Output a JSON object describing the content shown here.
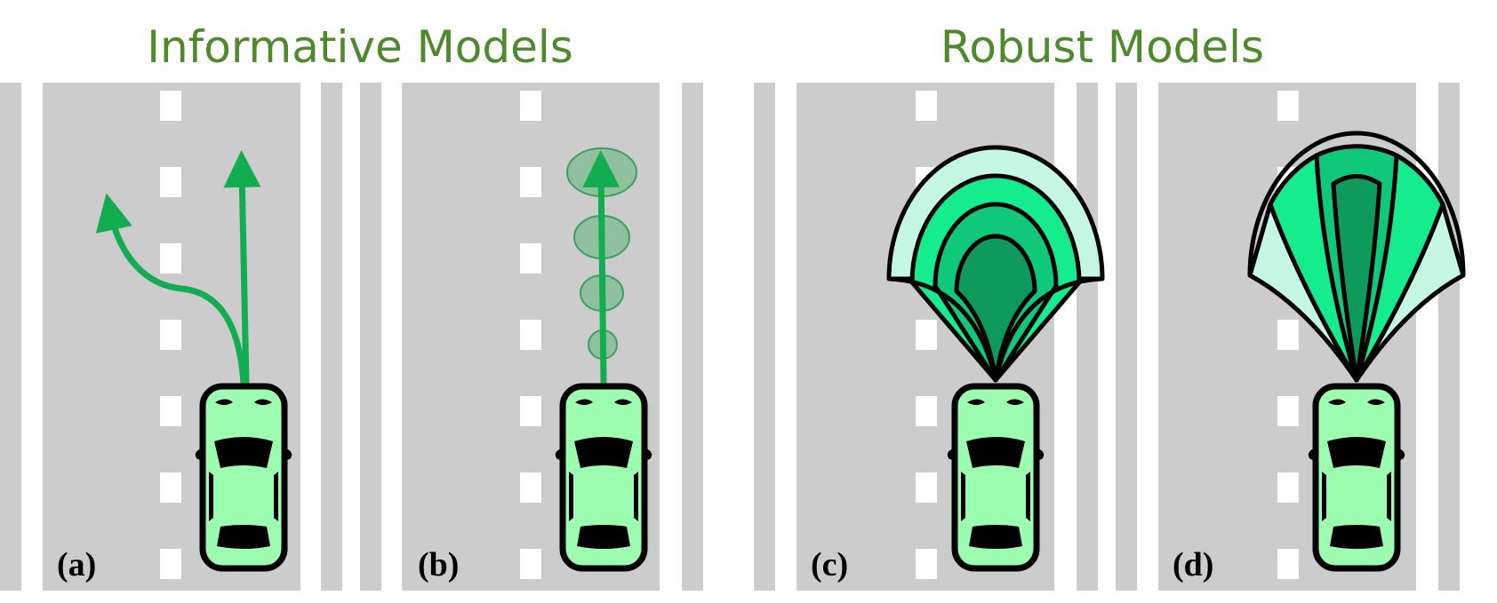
{
  "headings": {
    "left": "Informative Models",
    "right": "Robust Models"
  },
  "panels": [
    {
      "label": "(a)"
    },
    {
      "label": "(b)"
    },
    {
      "label": "(c)"
    },
    {
      "label": "(d)"
    }
  ],
  "colors": {
    "heading": "#4e8a2c",
    "road": "#cccccc",
    "lane_dash": "#ffffff",
    "arrow": "#12ad50",
    "uncertainty_ellipse": "#5cb87a",
    "car_body": "#9cfcb0",
    "car_outline": "#000000",
    "fan_light": "#c5f8e2",
    "fan_mid": "#14ec8e",
    "fan_mid2": "#10c87a",
    "fan_dark": "#0e9a5a"
  }
}
